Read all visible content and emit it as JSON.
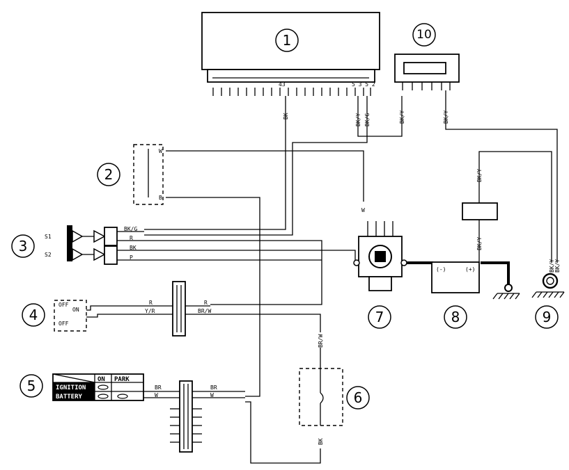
{
  "callouts": [
    "1",
    "2",
    "3",
    "4",
    "5",
    "6",
    "7",
    "8",
    "9",
    "10"
  ],
  "ecu": {
    "pin_label_a": "43",
    "pin_label_b": "5 3 5 2"
  },
  "wire_labels": {
    "ecu_bk": "BK",
    "ecu_bky": "BK/Y",
    "ecu_bkg": "BK/G",
    "relay_bky": "BK/Y",
    "right_bky": "BK/Y",
    "sensor_w": "W",
    "sensor_b": "B",
    "s1_label": "S1",
    "s2_label": "S2",
    "conn_bkg": "BK/G",
    "conn_r": "R",
    "conn_bk": "BK",
    "conn_p": "P",
    "pump_w": "W",
    "fuse_bky": "BK/Y",
    "fuse_bky_lower": "BK/Y",
    "right_bky_2": "BK/Y",
    "right_bky_3": "BK/Y",
    "sw_r_left": "R",
    "sw_yr": "Y/R",
    "sw_r_right": "R",
    "sw_brw": "BR/W",
    "six_brw": "BR/W",
    "six_bk": "BK",
    "ign_br_left": "BR",
    "ign_w_left": "W",
    "ign_br_right": "BR",
    "ign_w_right": "W"
  },
  "switch4": {
    "off_top": "OFF",
    "on_top": "ON",
    "off_bottom": "OFF"
  },
  "battery": {
    "neg": "(-)",
    "pos": "(+)"
  },
  "ignition_table": {
    "header_on": "ON",
    "header_park": "PARK",
    "row1": "IGNITION",
    "row2": "BATTERY"
  }
}
